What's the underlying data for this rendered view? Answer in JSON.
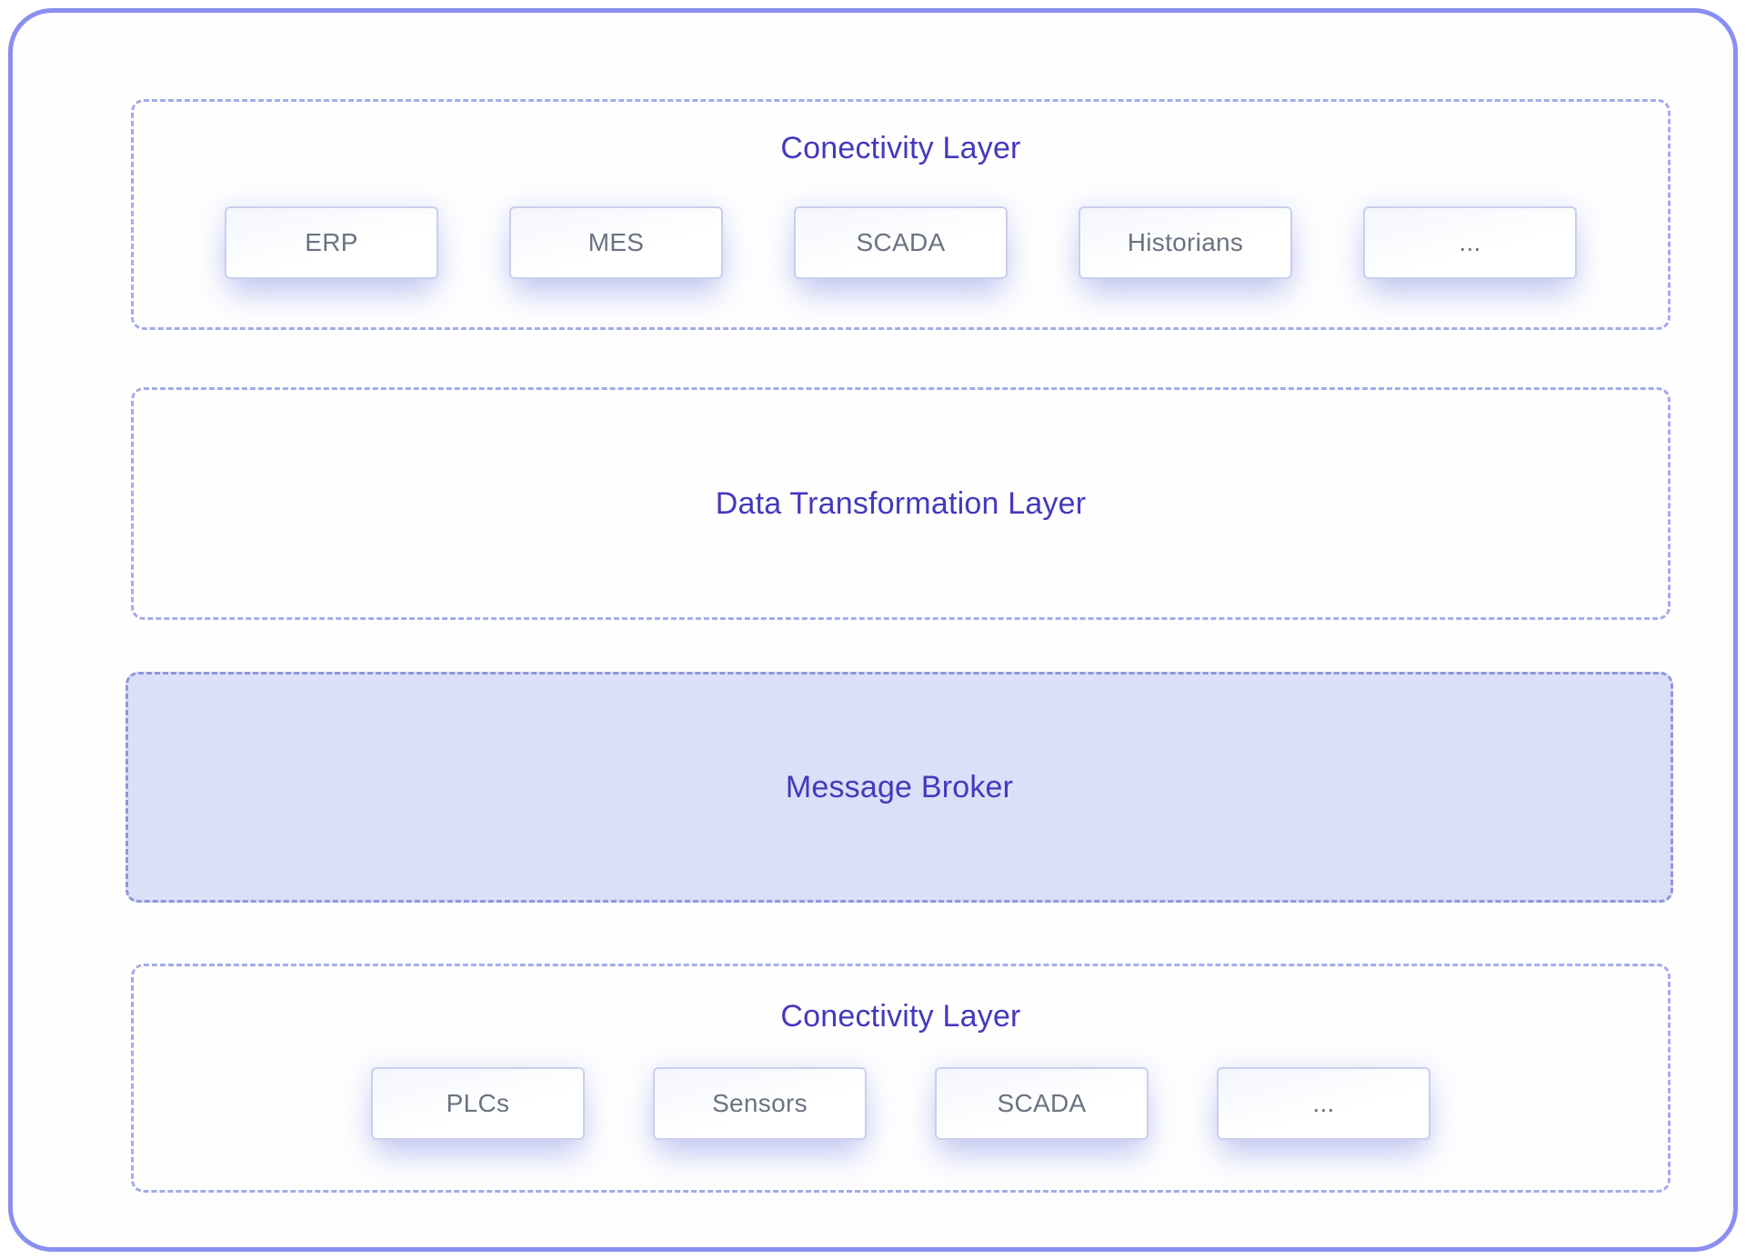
{
  "colors": {
    "accent": "#4538bd",
    "outer_border": "#8a8ff0",
    "dash_border": "#a4ace8",
    "broker_fill": "#dbdff7",
    "box_border": "#c9cfec",
    "box_label": "#6b7280"
  },
  "sections": [
    {
      "id": "connectivity-top",
      "title": "Conectivity Layer",
      "items": [
        "ERP",
        "MES",
        "SCADA",
        "Historians",
        "..."
      ]
    },
    {
      "id": "data-transformation",
      "title": "Data Transformation Layer",
      "items": []
    },
    {
      "id": "message-broker",
      "title": "Message Broker",
      "items": []
    },
    {
      "id": "connectivity-bottom",
      "title": "Conectivity Layer",
      "items": [
        "PLCs",
        "Sensors",
        "SCADA",
        "..."
      ]
    }
  ]
}
